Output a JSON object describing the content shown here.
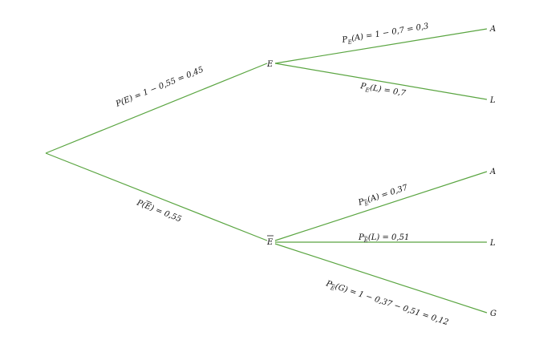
{
  "nodes": {
    "e": "E",
    "ebar": "E",
    "e_a": "A",
    "e_l": "L",
    "ebar_a": "A",
    "ebar_l": "L",
    "ebar_g": "G"
  },
  "edges": {
    "root_e": {
      "prefix": "P(E) = 1 − 0,55 = 0,45"
    },
    "root_ebar": {
      "prefix": "P(",
      "mid": "E",
      "suffix": ") = 0,55"
    },
    "e_a": {
      "p": "P",
      "sub": "E",
      "rest": "(A) = 1 − 0,7 = 0,3"
    },
    "e_l": {
      "p": "P",
      "sub": "E",
      "rest": "(L) = 0,7"
    },
    "ebar_a": {
      "p": "P",
      "sub": "E",
      "rest": "(A) = 0,37"
    },
    "ebar_l": {
      "p": "P",
      "sub": "E",
      "rest": "(L) = 0,51"
    },
    "ebar_g": {
      "p": "P",
      "sub": "E",
      "rest": "(G) = 1 − 0,37 − 0,51 = 0,12"
    }
  },
  "colors": {
    "edge": "#5aa541",
    "text": "#111111"
  }
}
